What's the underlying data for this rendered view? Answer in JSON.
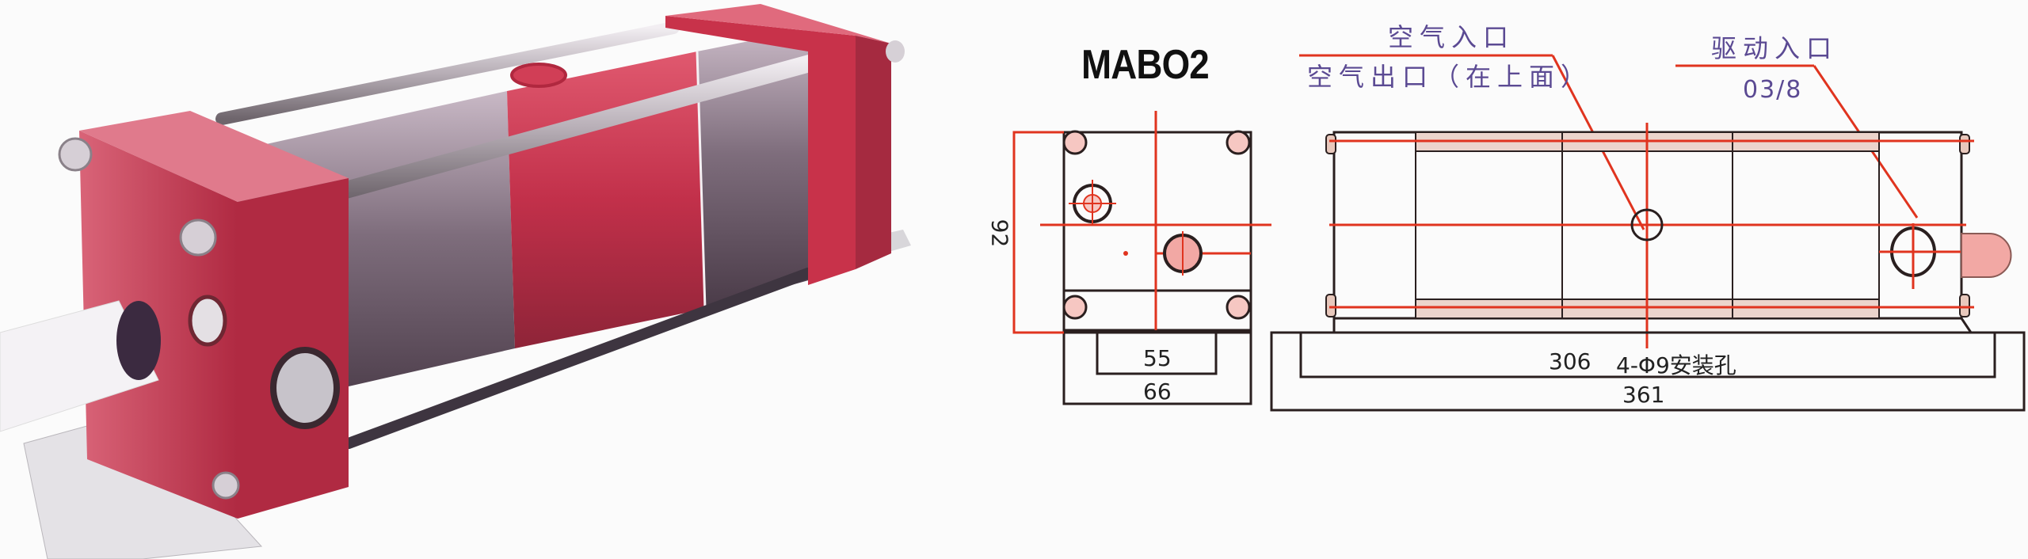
{
  "model": "MABO2",
  "photo": {
    "subject": "air-driven gas booster / pneumatic pump",
    "colors": {
      "end_cap": "#c8324a",
      "barrel_red": "#c2304a",
      "barrel_gray": "#7a6a78",
      "rod": "#c9c2c8",
      "bracket": "#dcdcdc"
    }
  },
  "drawing": {
    "labels": {
      "air_inlet": "空气入口",
      "air_outlet": "空气出口（在上面）",
      "drive_inlet": "驱动入口",
      "drive_thread": "03/8"
    },
    "dimensions": {
      "height": "92",
      "inner_width": "55",
      "outer_width": "66",
      "mount_spacing": "306",
      "mount_holes": "4-Φ9安装孔",
      "overall_length": "361"
    },
    "colors": {
      "line": "#2a1f1f",
      "centerline": "#e0341f",
      "label": "#5b4a93",
      "port_fill": "#f2a8a4"
    }
  }
}
